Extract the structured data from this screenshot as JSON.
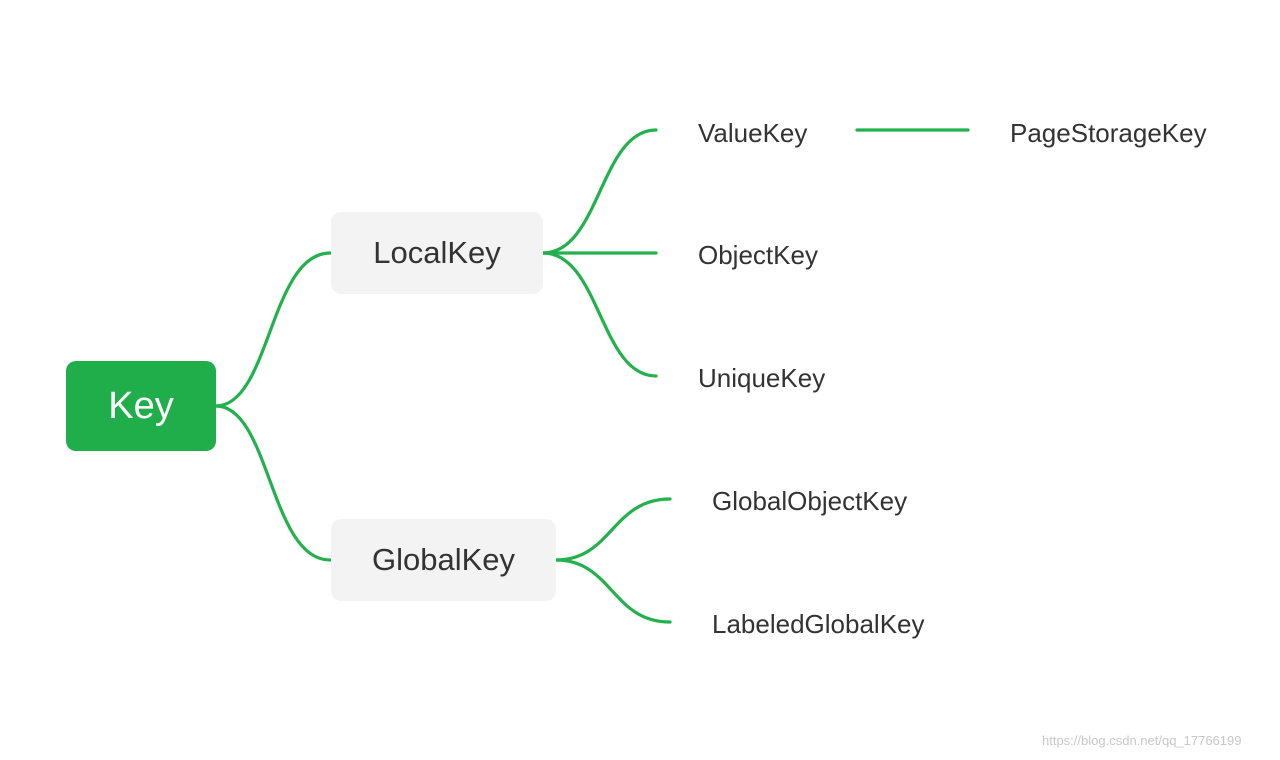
{
  "diagram": {
    "root": {
      "label": "Key"
    },
    "branches": [
      {
        "label": "LocalKey",
        "children": [
          {
            "label": "ValueKey",
            "extension": "PageStorageKey"
          },
          {
            "label": "ObjectKey"
          },
          {
            "label": "UniqueKey"
          }
        ]
      },
      {
        "label": "GlobalKey",
        "children": [
          {
            "label": "GlobalObjectKey"
          },
          {
            "label": "LabeledGlobalKey"
          }
        ]
      }
    ],
    "colors": {
      "connector": "#22b14c",
      "root_fill": "#1fae4a",
      "root_text": "#ffffff",
      "branch_fill": "#f3f3f3",
      "text": "#333333"
    }
  },
  "watermark": "https://blog.csdn.net/qq_17766199"
}
